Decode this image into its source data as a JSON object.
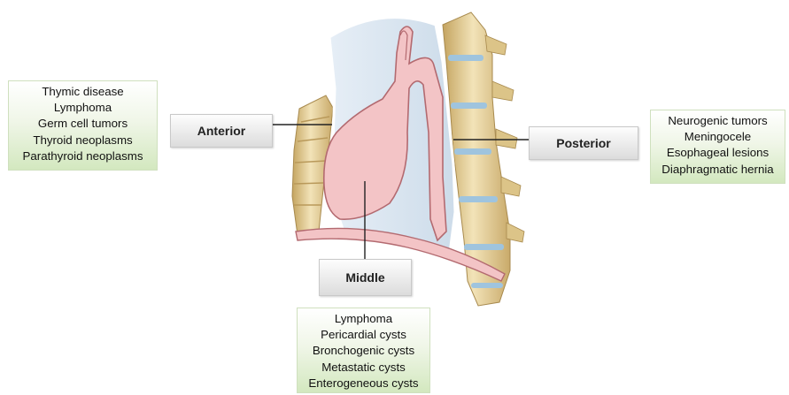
{
  "regions": {
    "anterior": {
      "label": "Anterior",
      "diseases": [
        "Thymic disease",
        "Lymphoma",
        "Germ cell tumors",
        "Thyroid neoplasms",
        "Parathyroid neoplasms"
      ]
    },
    "middle": {
      "label": "Middle",
      "diseases": [
        "Lymphoma",
        "Pericardial cysts",
        "Bronchogenic cysts",
        "Metastatic cysts",
        "Enterogeneous cysts"
      ]
    },
    "posterior": {
      "label": "Posterior",
      "diseases": [
        "Neurogenic tumors",
        "Meningocele",
        "Esophageal lesions",
        "Diaphragmatic hernia"
      ]
    }
  },
  "colors": {
    "lung_fill": "#dce8f2",
    "organ_fill": "#f3c4c6",
    "organ_stroke": "#b36a70",
    "bone_fill": "#e3cf9a",
    "disc_fill": "#9fc4de",
    "box_gradient_bottom": "#d3e8bf",
    "label_gradient_bottom": "#dcdcdc"
  }
}
